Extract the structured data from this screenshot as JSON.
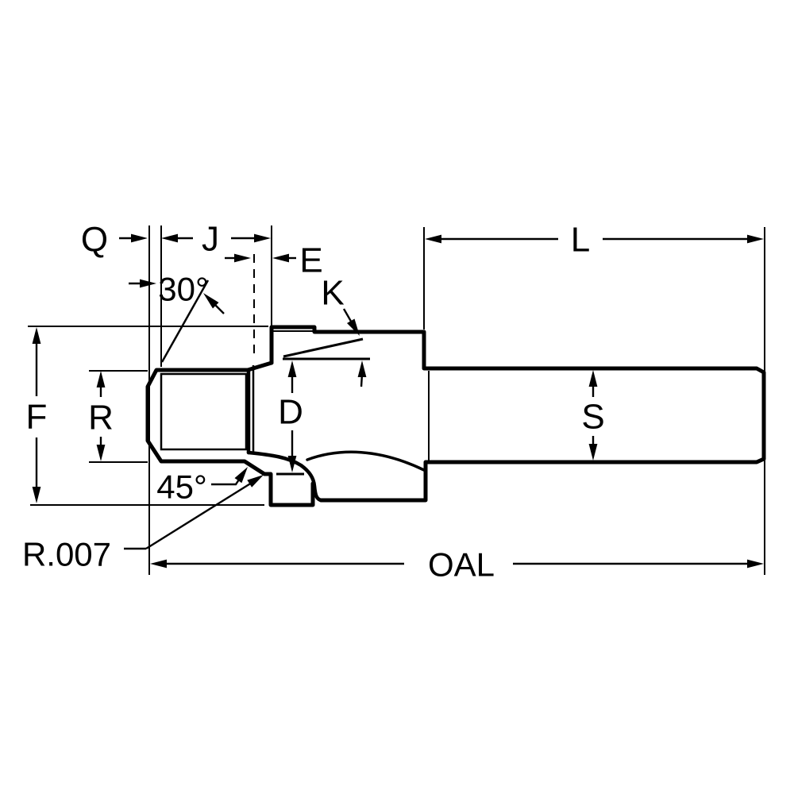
{
  "page": {
    "background": "#ffffff"
  },
  "diagram": {
    "type": "technical dimension drawing",
    "subject": "piloted cutting tool side profile with dimension callouts",
    "line_color": "#000000",
    "labels": {
      "q": "Q",
      "j": "J",
      "e": "E",
      "k": "K",
      "l": "L",
      "f": "F",
      "r": "R",
      "d": "D",
      "s": "S",
      "oal": "OAL",
      "angle_top": "30°",
      "angle_bottom": "45°",
      "corner_radius": "R.007"
    }
  }
}
